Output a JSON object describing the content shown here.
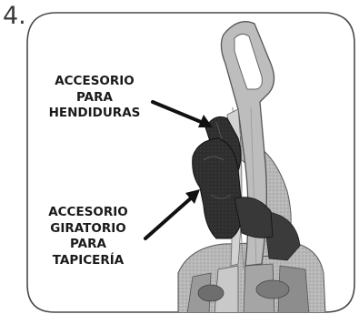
{
  "step": {
    "number": "4."
  },
  "callouts": {
    "crevice_tool": {
      "lines": [
        "ACCESORIO",
        "PARA",
        "HENDIDURAS"
      ]
    },
    "upholstery_tool": {
      "lines": [
        "ACCESORIO",
        "GIRATORIO",
        "PARA",
        "TAPICERÍA"
      ]
    }
  },
  "illustration": {
    "subject": "upright vacuum cleaner handle with attached accessories",
    "colors": {
      "frame_stroke": "#4a4a4a",
      "handle_fill": "#bdbdbd",
      "accessory_fill": "#2f2f2f",
      "arrow": "#111111"
    }
  }
}
